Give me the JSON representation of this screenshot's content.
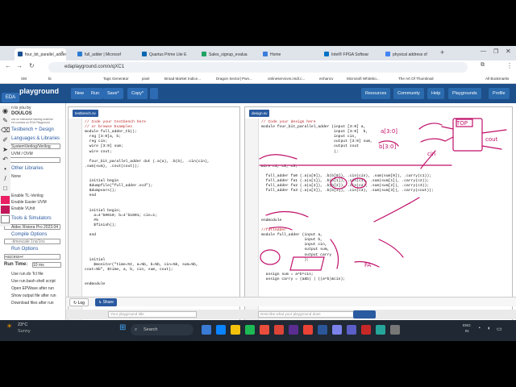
{
  "browser": {
    "tabs": [
      {
        "label": "four_bit_parallel_adder",
        "active": true
      },
      {
        "label": "full_adder | Microsof"
      },
      {
        "label": "Quartus Prime Lite E"
      },
      {
        "label": "Sales_signup_evalua"
      },
      {
        "label": "Home"
      },
      {
        "label": "Intel® FPGA Softwar"
      },
      {
        "label": "physical address of"
      }
    ],
    "url": "edaplayground.com/x/qXC1",
    "bookmarks": [
      "SM",
      "bi",
      "",
      "Tags Generator",
      "pixel",
      "Broad Market Indice...",
      "Dragon Sector| Pwn...",
      "onlineservices.nsdl.c...",
      "enhancv",
      "Microsoft Whitebo...",
      "The Art Of Thumbnail",
      "All Bookmarks"
    ]
  },
  "eda": {
    "logo_top": "EDA",
    "logo_text": "playground",
    "buttons": {
      "new": "New",
      "run": "Run",
      "save": "Save*",
      "copy": "Copy*"
    },
    "right_buttons": {
      "resources": "Resources",
      "community": "Community",
      "help": "Help",
      "playgrounds": "Playgrounds",
      "profile": "Profile"
    }
  },
  "sidebar": {
    "welcome": "n to you by",
    "company": "DOULOS",
    "blurb": "ses on interactive training material\nexi courses on EDA Playground",
    "testbench_heading": "Testbench + Design",
    "languages_heading": "Languages & Libraries",
    "language_select": "SystemVerilog/Verilog",
    "uvm_label": "UVM / OVM",
    "uvm_select": "",
    "other_libs": "Other Libraries",
    "none": "None",
    "opt1": "Enable TL-Verilog",
    "opt2": "Enable Easier UVM",
    "opt3": "Enable VUnit",
    "tools_heading": "Tools & Simulators",
    "tool_select": "Aldec Riviera Pro 2023.04",
    "compile_heading": "Compile Options",
    "compile_val": "-timescale 1ns/1ns",
    "run_heading": "Run Options",
    "run_val": "+access+r",
    "run_time_label": "Run Time:",
    "run_time_val": "10 ms",
    "chk1": "Use run.do Tcl file",
    "chk2": "Use run.bash shell script",
    "chk3": "Open EPWave after run",
    "chk4": "Show output file after run",
    "chk5": "Download files after run"
  },
  "testbench": {
    "tab": "testbench.sv",
    "lines": [
      "// Code your testbench here",
      "// or browse Examples",
      "module full_adder_tb();",
      "  reg [3:0]a, b;",
      "  reg cin;",
      "  wire [3:0] sum;",
      "  wire cout;",
      "",
      "  four_bit_parallel_adder dut (.a(a), .b(b), .cin(cin),",
      ".sum(sum), .cout(cout));",
      "",
      "",
      "  initial begin",
      "  $dumpfile(\"full_adder.vcd\");",
      "  $dumpvars();",
      "  end",
      "",
      "",
      "  initial begin;",
      "    a=4'b0010; b=4'b1001; cin=1;",
      "    #5",
      "    $finish();",
      "",
      "  end",
      "",
      "",
      "",
      "",
      "  initial",
      "    $monitor(\"time=%t, a=%b, b=%b, cin=%b, sum=%b,",
      "cout=%b\", $time, a, b, cin, sum, cout);",
      "",
      "",
      "endmodule"
    ]
  },
  "design": {
    "tab": "design.sv",
    "lines": [
      "// Code your design here",
      "module four_bit_parallel_adder (input [3:0] a,",
      "                                input [3:0]  b,",
      "                                input cin,",
      "                                output [3:0] sum,",
      "                                output cout",
      "                                );",
      "",
      "",
      "wire c1, c2, c3;",
      "",
      "  full_adder fa0 (.a(a[0]), .b(b[0]), .cin(cin), .sum(sum[0]), .carry(c1));",
      "  full_adder fa1 (.a(a[1]), .b(b[1]), .cin(c1), .sum(sum[1]), .carry(c2));",
      "  full_adder fa2 (.a(a[2]), .b(b[2]), .cin(c2), .sum(sum[2]), .carry(c3));",
      "  full_adder fa3 (.a(a[3]), .b(b[3]), .cin(c3), .sum(sum[3]), .carry(cout));",
      "",
      "",
      "",
      "",
      "",
      "endmodule",
      "",
      "//fullAdder",
      "module full_adder (input a,",
      "                   input b,",
      "                   input cin,",
      "                   output sum,",
      "                   output carry",
      "                   );",
      "",
      "",
      "  assign sum = a^b^cin;",
      "  assign carry = (a&b) | ((a^b)&cin);"
    ]
  },
  "bottom": {
    "log": "Log",
    "share": "Share",
    "title_placeholder": "Your playground title",
    "desc_placeholder": "Describe what your playground does"
  },
  "taskbar": {
    "temp": "23°C",
    "weather": "Sunny",
    "search": "Search",
    "lang1": "ENG",
    "lang2": "IN"
  }
}
